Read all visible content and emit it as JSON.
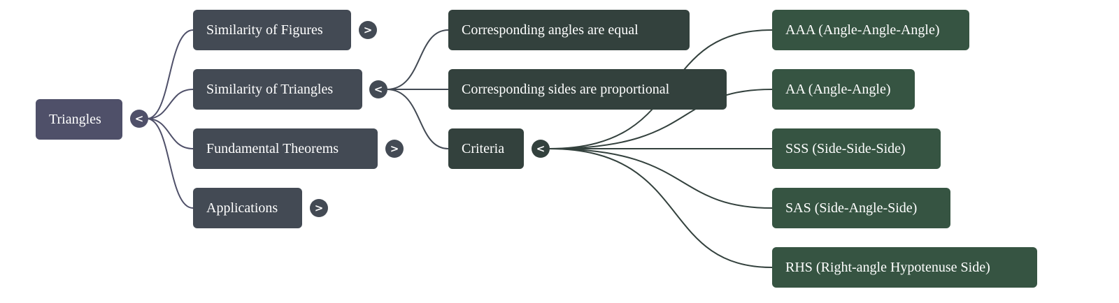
{
  "colors": {
    "root": "#4f5069",
    "level1": "#434a54",
    "level2": "#33413d",
    "level3": "#365442",
    "edge_root": "#4f5069",
    "edge_level1": "#434a54",
    "edge_level2": "#33413d"
  },
  "icons": {
    "expanded": "<",
    "collapsed": ">"
  },
  "root": {
    "label": "Triangles",
    "toggle": "<",
    "children": [
      {
        "label": "Similarity of Figures",
        "toggle": ">"
      },
      {
        "label": "Similarity of Triangles",
        "toggle": "<",
        "children": [
          {
            "label": "Corresponding angles are equal"
          },
          {
            "label": "Corresponding sides are proportional"
          },
          {
            "label": "Criteria",
            "toggle": "<",
            "children": [
              {
                "label": "AAA (Angle-Angle-Angle)"
              },
              {
                "label": "AA (Angle-Angle)"
              },
              {
                "label": "SSS (Side-Side-Side)"
              },
              {
                "label": "SAS (Side-Angle-Side)"
              },
              {
                "label": "RHS (Right-angle Hypotenuse Side)"
              }
            ]
          }
        ]
      },
      {
        "label": "Fundamental Theorems",
        "toggle": ">"
      },
      {
        "label": "Applications",
        "toggle": ">"
      }
    ]
  }
}
